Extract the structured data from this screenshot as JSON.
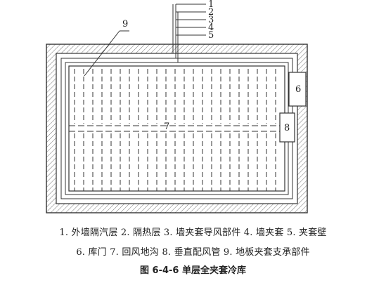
{
  "diagram": {
    "callouts": {
      "top": [
        "1",
        "2",
        "3",
        "4",
        "5"
      ],
      "right_door": "6",
      "center_trench": "7",
      "right_pipe": "8",
      "upper_left": "9"
    }
  },
  "legend": {
    "line1": "1. 外墙隔汽层   2. 隔热层   3. 墙夹套导风部件   4. 墙夹套   5. 夹套壁",
    "line2": "6. 库门   7. 回风地沟   8. 垂直配风管   9. 地板夹套支承部件"
  },
  "caption": "图 6-4-6    单层全夹套冷库",
  "colors": {
    "line": "#333333",
    "hatch": "#777777"
  }
}
